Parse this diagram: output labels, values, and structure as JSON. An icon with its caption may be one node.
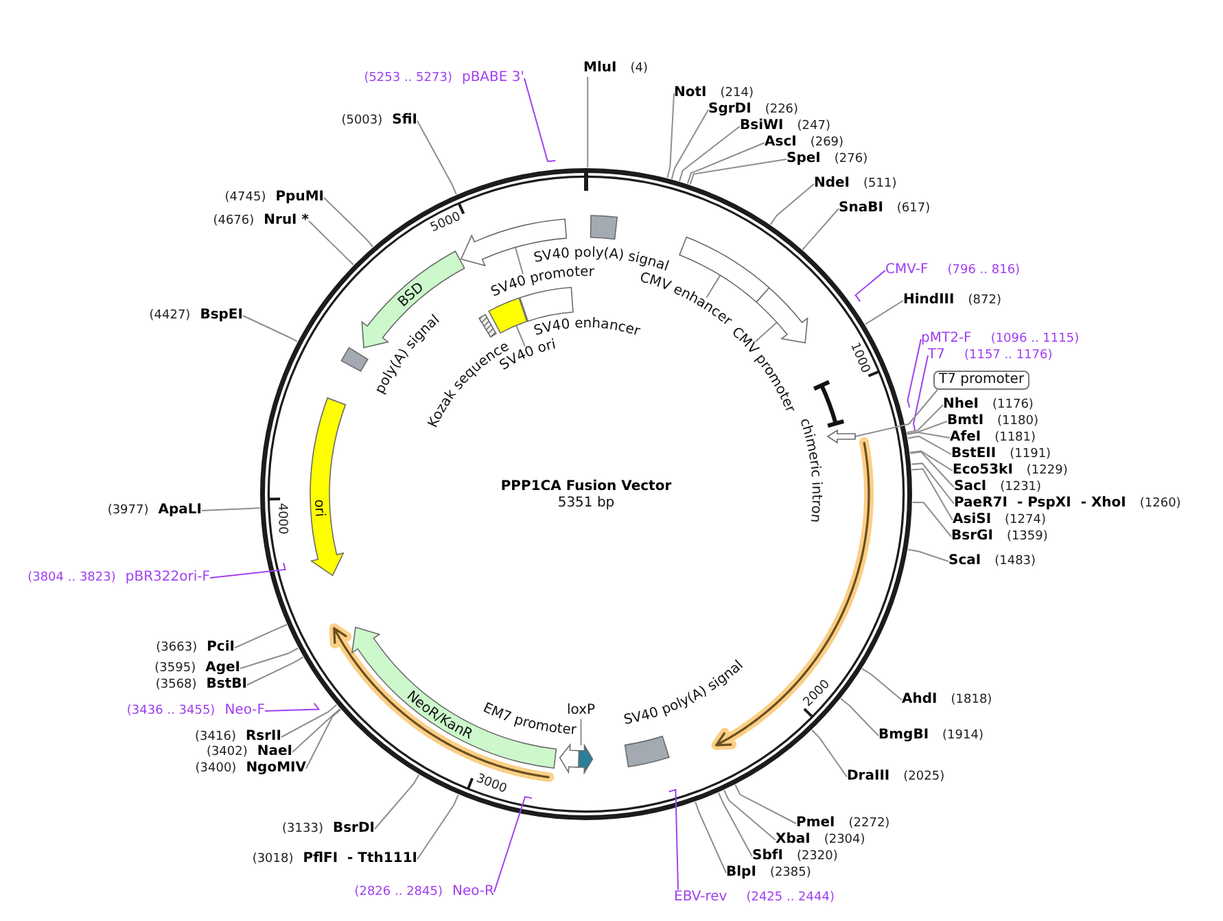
{
  "diagram": {
    "title": "PPP1CA Fusion Vector",
    "nodes": [
      {
        "text": [
          "MluI",
          "(4)"
        ]
      },
      {
        "text": [
          "NotI",
          "(214)"
        ]
      },
      {
        "text": [
          "SgrDI",
          "(226)"
        ]
      },
      {
        "text": [
          "BsiWI",
          "(247)"
        ]
      },
      {
        "text": [
          "AscI",
          "(269)"
        ]
      },
      {
        "text": [
          "SpeI",
          "(276)"
        ]
      },
      {
        "text": [
          "NdeI",
          "(511)"
        ]
      },
      {
        "text": [
          "SnaBI",
          "(617)"
        ]
      },
      {
        "text": [
          "CMV-F",
          "(796 .. 816)"
        ]
      },
      {
        "text": [
          "HindIII",
          "(872)"
        ]
      },
      {
        "text": [
          "pMT2-F",
          "(1096 .. 1115)"
        ]
      },
      {
        "text": [
          "T7",
          "(1157 .. 1176)"
        ]
      },
      {
        "text": [
          "T7 promoter"
        ]
      },
      {
        "text": [
          "NheI",
          "(1176)"
        ]
      },
      {
        "text": [
          "BmtI",
          "(1180)"
        ]
      },
      {
        "text": [
          "AfeI",
          "(1181)"
        ]
      },
      {
        "text": [
          "BstEII",
          "(1191)"
        ]
      },
      {
        "text": [
          "Eco53kI",
          "(1229)"
        ]
      },
      {
        "text": [
          "SacI",
          "(1231)"
        ]
      },
      {
        "text": [
          "PaeR7I",
          "- PspXI",
          "- XhoI",
          "(1260)"
        ]
      },
      {
        "text": [
          "AsiSI",
          "(1274)"
        ]
      },
      {
        "text": [
          "BsrGI",
          "(1359)"
        ]
      },
      {
        "text": [
          "ScaI",
          "(1483)"
        ]
      },
      {
        "text": [
          "AhdI",
          "(1818)"
        ]
      },
      {
        "text": [
          "BmgBI",
          "(1914)"
        ]
      },
      {
        "text": [
          "DraIII",
          "(2025)"
        ]
      },
      {
        "text": [
          "PmeI",
          "(2272)"
        ]
      },
      {
        "text": [
          "XbaI",
          "(2304)"
        ]
      },
      {
        "text": [
          "SbfI",
          "(2320)"
        ]
      },
      {
        "text": [
          "BlpI",
          "(2385)"
        ]
      },
      {
        "text": [
          "EBV-rev",
          "(2425 .. 2444)"
        ]
      },
      {
        "text": [
          "(2826 .. 2845)",
          "Neo-R"
        ]
      },
      {
        "text": [
          "(3018)",
          "PflFI",
          "- Tth111I"
        ]
      },
      {
        "text": [
          "(3133)",
          "BsrDI"
        ]
      },
      {
        "text": [
          "(3400)",
          "NgoMIV"
        ]
      },
      {
        "text": [
          "(3402)",
          "NaeI"
        ]
      },
      {
        "text": [
          "(3416)",
          "RsrII"
        ]
      },
      {
        "text": [
          "(3436 .. 3455)",
          "Neo-F"
        ]
      },
      {
        "text": [
          "(3568)",
          "BstBI"
        ]
      },
      {
        "text": [
          "(3595)",
          "AgeI"
        ]
      },
      {
        "text": [
          "(3663)",
          "PciI"
        ]
      },
      {
        "text": [
          "(3804 .. 3823)",
          "pBR322ori-F"
        ]
      },
      {
        "text": [
          "(3977)",
          "ApaLI"
        ]
      },
      {
        "text": [
          "(4427)",
          "BspEI"
        ]
      },
      {
        "text": [
          "(4676)",
          "NruI *"
        ]
      },
      {
        "text": [
          "(4745)",
          "PpuMI"
        ]
      },
      {
        "text": [
          "(5003)",
          "SfiI"
        ]
      },
      {
        "text": [
          "(5253 .. 5273)",
          "pBABE 3'"
        ]
      },
      {
        "text": [
          "SV40 poly(A) signal"
        ]
      },
      {
        "text": [
          "CMV enhancer"
        ]
      },
      {
        "text": [],
        "shape": "box"
      },
      {
        "text": [
          "CMV promoter"
        ]
      },
      {
        "text": [],
        "shape": "arrow"
      },
      {
        "text": [
          "chimeric intron"
        ]
      },
      {
        "text": [],
        "shape": "arrow"
      },
      {
        "text": [
          "SV40 poly(A) signal"
        ]
      },
      {
        "text": [
          "loxP"
        ]
      },
      {
        "text": [],
        "shape": "arrow"
      },
      {
        "text": [
          "EM7 promoter"
        ]
      },
      {
        "text": [
          "NeoR/KanR"
        ]
      },
      {
        "text": [
          "ori"
        ]
      },
      {
        "text": [
          "poly(A) signal"
        ]
      },
      {
        "text": [
          "BSD"
        ]
      },
      {
        "text": [
          "Kozak sequence"
        ]
      },
      {
        "text": [
          "SV40 ori"
        ]
      },
      {
        "text": [],
        "shape": "box"
      },
      {
        "text": [
          "SV40 enhancer"
        ]
      },
      {
        "text": [
          "SV40 promoter"
        ]
      },
      {
        "text": [],
        "shape": "arrow"
      }
    ],
    "edges": [
      {
        "from": 0,
        "to": null,
        "arrow": "none"
      },
      {
        "from": 1,
        "to": null,
        "arrow": "none"
      },
      {
        "from": 2,
        "to": null,
        "arrow": "none"
      },
      {
        "from": 3,
        "to": null,
        "arrow": "none"
      },
      {
        "from": 4,
        "to": null,
        "arrow": "none"
      },
      {
        "from": 5,
        "to": null,
        "arrow": "none"
      },
      {
        "from": 6,
        "to": null,
        "arrow": "none"
      },
      {
        "from": 7,
        "to": null,
        "arrow": "none"
      },
      {
        "from": 8,
        "to": null,
        "arrow": "none",
        "color": "#a040f0"
      },
      {
        "from": 9,
        "to": null,
        "arrow": "none"
      },
      {
        "from": 10,
        "to": null,
        "arrow": "none",
        "color": "#a040f0"
      },
      {
        "from": 11,
        "to": null,
        "arrow": "none",
        "color": "#a040f0"
      },
      {
        "from": 13,
        "to": null,
        "arrow": "none"
      },
      {
        "from": 14,
        "to": null,
        "arrow": "none"
      },
      {
        "from": 15,
        "to": null,
        "arrow": "none"
      },
      {
        "from": 16,
        "to": null,
        "arrow": "none"
      },
      {
        "from": 17,
        "to": null,
        "arrow": "none"
      },
      {
        "from": 18,
        "to": null,
        "arrow": "none"
      },
      {
        "from": 19,
        "to": null,
        "arrow": "none"
      },
      {
        "from": 20,
        "to": null,
        "arrow": "none"
      },
      {
        "from": 21,
        "to": null,
        "arrow": "none"
      },
      {
        "from": 22,
        "to": null,
        "arrow": "none"
      },
      {
        "from": 23,
        "to": null,
        "arrow": "none"
      },
      {
        "from": 24,
        "to": null,
        "arrow": "none"
      },
      {
        "from": 25,
        "to": null,
        "arrow": "none"
      },
      {
        "from": 26,
        "to": null,
        "arrow": "none"
      },
      {
        "from": 27,
        "to": null,
        "arrow": "none"
      },
      {
        "from": 28,
        "to": null,
        "arrow": "none"
      },
      {
        "from": 29,
        "to": null,
        "arrow": "none"
      },
      {
        "from": 30,
        "to": null,
        "arrow": "none",
        "color": "#a040f0"
      },
      {
        "from": 31,
        "to": null,
        "arrow": "none",
        "color": "#a040f0"
      },
      {
        "from": 32,
        "to": null,
        "arrow": "none"
      },
      {
        "from": 33,
        "to": null,
        "arrow": "none"
      },
      {
        "from": 34,
        "to": null,
        "arrow": "none"
      },
      {
        "from": 35,
        "to": null,
        "arrow": "none"
      },
      {
        "from": 36,
        "to": null,
        "arrow": "none"
      },
      {
        "from": 37,
        "to": null,
        "arrow": "none",
        "color": "#a040f0"
      },
      {
        "from": 38,
        "to": null,
        "arrow": "none"
      },
      {
        "from": 39,
        "to": null,
        "arrow": "none"
      },
      {
        "from": 40,
        "to": null,
        "arrow": "none"
      },
      {
        "from": 41,
        "to": null,
        "arrow": "none",
        "color": "#a040f0"
      },
      {
        "from": 42,
        "to": null,
        "arrow": "none"
      },
      {
        "from": 43,
        "to": null,
        "arrow": "none"
      },
      {
        "from": 44,
        "to": null,
        "arrow": "none"
      },
      {
        "from": 45,
        "to": null,
        "arrow": "none"
      },
      {
        "from": 46,
        "to": null,
        "arrow": "none"
      },
      {
        "from": 47,
        "to": null,
        "arrow": "none",
        "color": "#a040f0"
      },
      {
        "from": 12,
        "to": 54,
        "arrow": "none"
      },
      {
        "from": 49,
        "to": 50,
        "arrow": "none"
      },
      {
        "from": 51,
        "to": 52,
        "arrow": "none"
      },
      {
        "from": 56,
        "to": 57,
        "arrow": "none"
      },
      {
        "from": 64,
        "to": 65,
        "arrow": "none"
      },
      {
        "from": 67,
        "to": 68,
        "arrow": "none"
      }
    ],
    "labels": [
      "5351 bp",
      "1000",
      "2000",
      "3000",
      "4000",
      "5000"
    ]
  }
}
